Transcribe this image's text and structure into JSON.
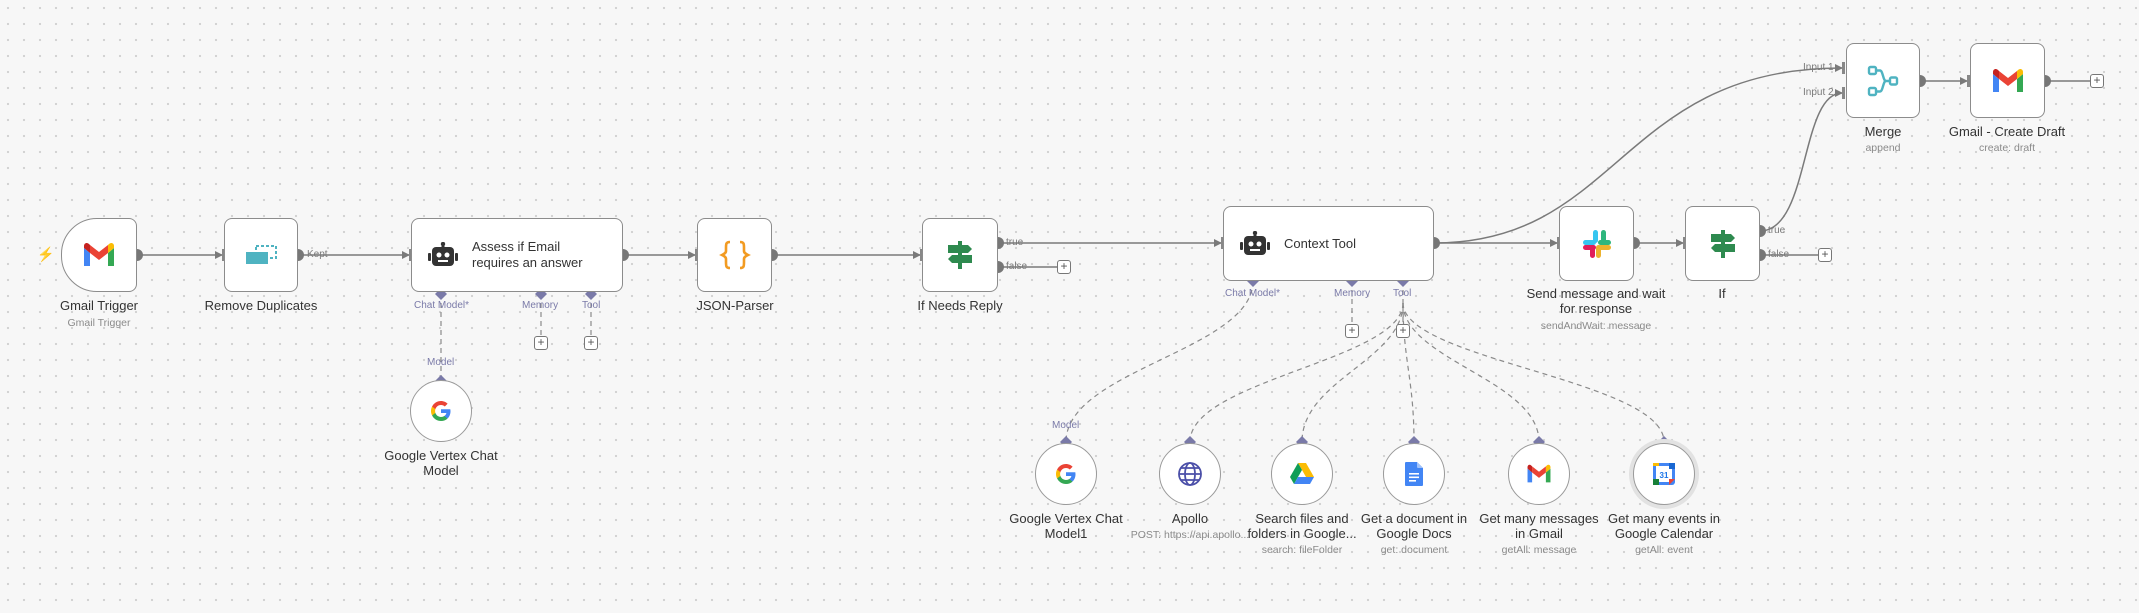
{
  "canvas": {
    "nodes": {
      "gmail_trigger": {
        "title": "Gmail Trigger",
        "subtitle": "Gmail Trigger"
      },
      "remove_duplicates": {
        "title": "Remove Duplicates"
      },
      "assess": {
        "title_line1": "Assess if Email",
        "title_line2": "requires an answer"
      },
      "json_parser": {
        "title": "JSON-Parser"
      },
      "if_needs_reply": {
        "title": "If Needs Reply"
      },
      "context_tool": {
        "title": "Context Tool"
      },
      "send_wait": {
        "title_line1": "Send message and wait",
        "title_line2": "for response",
        "subtitle": "sendAndWait: message"
      },
      "if_node": {
        "title": "If"
      },
      "merge": {
        "title": "Merge",
        "subtitle": "append"
      },
      "gmail_draft": {
        "title": "Gmail - Create Draft",
        "subtitle": "create: draft"
      },
      "vertex_model": {
        "title_line1": "Google Vertex Chat",
        "title_line2": "Model"
      },
      "vertex_model1": {
        "title_line1": "Google Vertex Chat",
        "title_line2": "Model1"
      },
      "apollo": {
        "title": "Apollo",
        "subtitle": "POST: https://api.apollo..."
      },
      "drive_search": {
        "title_line1": "Search files and",
        "title_line2": "folders in Google...",
        "subtitle": "search: fileFolder"
      },
      "docs_get": {
        "title_line1": "Get a document in",
        "title_line2": "Google Docs",
        "subtitle": "get: document"
      },
      "gmail_many": {
        "title_line1": "Get many messages",
        "title_line2": "in Gmail",
        "subtitle": "getAll: message"
      },
      "calendar_many": {
        "title_line1": "Get many events in",
        "title_line2": "Google Calendar",
        "subtitle": "getAll: event"
      }
    },
    "port_labels": {
      "kept": "Kept",
      "true": "true",
      "false": "false",
      "chat_model_required": "Chat Model*",
      "memory": "Memory",
      "tool": "Tool",
      "model": "Model",
      "input1": "Input 1",
      "input2": "Input 2"
    },
    "plus_symbol": "+",
    "trigger_symbol": "⚡"
  },
  "icons": {
    "gmail": "gmail-icon",
    "remove_duplicates": "remove-duplicates-icon",
    "ai_agent": "robot-icon",
    "json_parser": "code-braces-icon",
    "if": "signpost-icon",
    "slack": "slack-icon",
    "merge": "merge-icon",
    "google": "google-g-icon",
    "http": "globe-icon",
    "drive": "google-drive-icon",
    "docs": "google-docs-icon",
    "calendar": "google-calendar-icon"
  },
  "colors": {
    "canvas_bg": "#f7f7f7",
    "connection": "#7a7a7a",
    "sub_port": "#7a7aa8",
    "trigger_accent": "#ff6d5a",
    "json_orange": "#f29b22",
    "if_green": "#2e8a4f",
    "merge_teal": "#4fb3c1"
  }
}
